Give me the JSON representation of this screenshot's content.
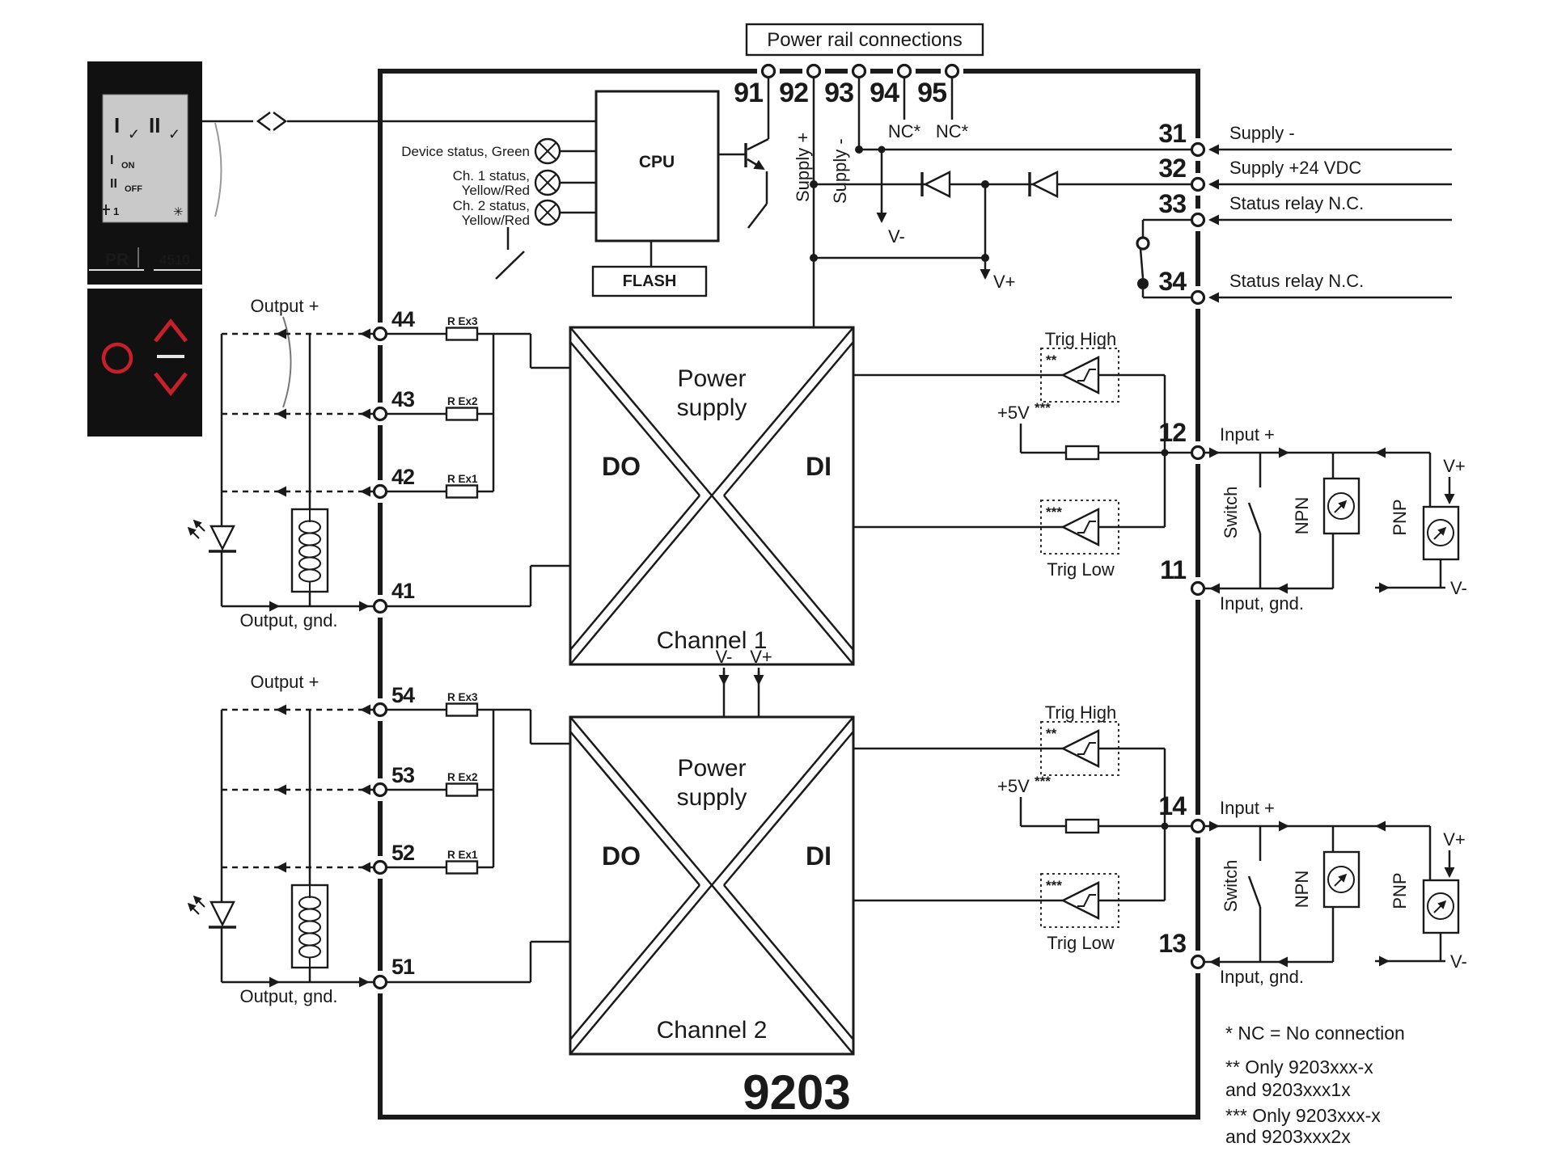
{
  "colors": {
    "line": "#1a1a1a",
    "accent_red": "#c8202a",
    "lcd_bg": "#c9c9c9",
    "panel_bg": "#111111"
  },
  "header": {
    "power_rail": "Power rail connections",
    "model": "9203"
  },
  "power_terminals": {
    "t91": "91",
    "t92": "92",
    "t93": "93",
    "t94": "94",
    "t95": "95",
    "nc": "NC*",
    "supply_plus": "Supply +",
    "supply_minus": "Supply -"
  },
  "rails": {
    "v_minus": "V-",
    "v_plus": "V+"
  },
  "cpu": {
    "label": "CPU",
    "flash": "FLASH",
    "led_device": "Device status, Green",
    "led_ch1_a": "Ch. 1 status,",
    "led_ch1_b": "Yellow/Red",
    "led_ch2_a": "Ch. 2 status,",
    "led_ch2_b": "Yellow/Red"
  },
  "right_terminals": {
    "t31": "31",
    "t32": "32",
    "t33": "33",
    "t34": "34",
    "supply_minus": "Supply -",
    "supply_24": "Supply +24 VDC",
    "status_relay": "Status relay N.C."
  },
  "channel1": {
    "name": "Channel 1",
    "t44": "44",
    "t43": "43",
    "t42": "42",
    "t41": "41",
    "t12": "12",
    "t11": "11"
  },
  "channel2": {
    "name": "Channel 2",
    "t54": "54",
    "t53": "53",
    "t52": "52",
    "t51": "51",
    "t14": "14",
    "t13": "13"
  },
  "channel_common": {
    "power1": "Power",
    "power2": "supply",
    "do": "DO",
    "di": "DI",
    "output_plus": "Output +",
    "output_gnd": "Output, gnd.",
    "r_ex3": "R Ex3",
    "r_ex2": "R Ex2",
    "r_ex1": "R Ex1",
    "trig_high": "Trig High",
    "trig_low": "Trig Low",
    "pullup": "+5V",
    "star2": "**",
    "star3": "***",
    "input_plus": "Input +",
    "input_gnd": "Input, gnd.",
    "switch": "Switch",
    "npn": "NPN",
    "pnp": "PNP"
  },
  "front_panel": {
    "brand": "PR",
    "display_model": "4510",
    "ch1_roman": "I",
    "ch2_roman": "II",
    "check": "✓",
    "on": "ON",
    "off": "OFF",
    "out_num": "1",
    "gear": "✳"
  },
  "notes": {
    "nc": "* NC = No connection",
    "only2": "** Only 9203xxx-x",
    "only2b": "and 9203xxx1x",
    "only3": "*** Only 9203xxx-x",
    "only3b": "and 9203xxx2x"
  }
}
